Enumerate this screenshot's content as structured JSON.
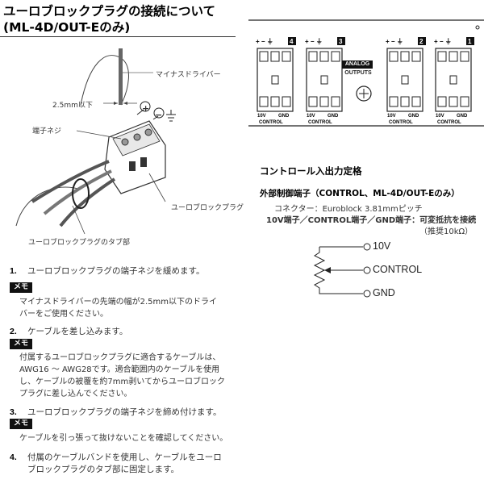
{
  "title": {
    "line1": "ユーロブロックプラグの接続について",
    "line2": "(ML-4D/OUT-Eのみ)"
  },
  "illustration": {
    "screwdriver_label": "マイナスドライバー",
    "width_label": "2.5mm以下",
    "screw_label": "端子ネジ",
    "plug_label": "ユーロブロックプラグ",
    "tab_label": "ユーロブロックプラグのタブ部",
    "plus": "+",
    "minus": "−",
    "ground": "⏚"
  },
  "steps": [
    {
      "num": "1.",
      "text": "ユーロブロックプラグの端子ネジを緩めます。"
    },
    {
      "num": "2.",
      "text": "ケーブルを差し込みます。"
    },
    {
      "num": "3.",
      "text": "ユーロブロックプラグの端子ネジを締め付けます。"
    },
    {
      "num": "4.",
      "line1": "付属のケーブルバンドを使用し、ケーブルをユーロ",
      "line2": "ブロックプラグのタブ部に固定します。"
    }
  ],
  "memo_label": "メモ",
  "memos": [
    {
      "lines": [
        "マイナスドライバーの先端の幅が2.5mm以下のドライ",
        "バーをご使用ください。"
      ]
    },
    {
      "lines": [
        "付属するユーロブロックプラグに適合するケーブルは、",
        "AWG16 ～ AWG28です。適合範囲内のケーブルを使用",
        "し、ケーブルの被覆を約7mm剥いてからユーロブロック",
        "プラグに差し込んでください。"
      ]
    },
    {
      "lines": [
        "ケーブルを引っ張って抜けないことを確認してください。"
      ]
    }
  ],
  "panel": {
    "ports": [
      {
        "number": "4",
        "top": "+  −  ⏚",
        "bottom_left": "10V",
        "bottom_right": "GND",
        "control": "CONTROL"
      },
      {
        "number": "3",
        "top": "+  −  ⏚",
        "bottom_left": "10V",
        "bottom_right": "GND",
        "control": "CONTROL"
      },
      {
        "number": "2",
        "top": "+  −  ⏚",
        "bottom_left": "10V",
        "bottom_right": "GND",
        "control": "CONTROL"
      },
      {
        "number": "1",
        "top": "+  −  ⏚",
        "bottom_left": "10V",
        "bottom_right": "GND",
        "control": "CONTROL"
      }
    ],
    "analog_label": "ANALOG",
    "outputs_label": "OUTPUTS"
  },
  "spec": {
    "heading": "コントロール入出力定格",
    "subheading": "外部制御端子（CONTROL、ML-4D/OUT-Eのみ）",
    "connector": "コネクター：Euroblock 3.81mmピッチ",
    "terminals": "10V端子／CONTROL端子／GND端子：可変抵抗を接続",
    "recommended": "（推奨10kΩ）"
  },
  "schematic": {
    "top": "10V",
    "middle": "CONTROL",
    "bottom": "GND"
  }
}
